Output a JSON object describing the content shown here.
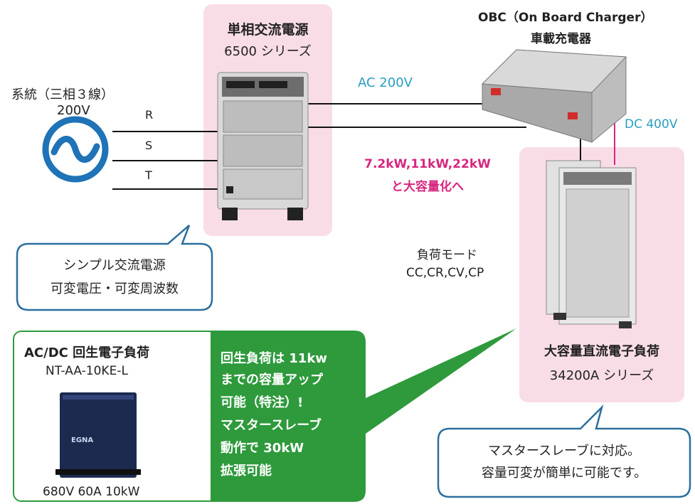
{
  "grid": {
    "title": "系統（三相３線）",
    "voltage": "200V",
    "phases": [
      "R",
      "S",
      "T"
    ]
  },
  "ac_source": {
    "title": "単相交流電源",
    "series": "6500 シリーズ"
  },
  "obc": {
    "title_en": "OBC（On Board Charger）",
    "title_jp": "車載充電器"
  },
  "links": {
    "ac_label": "AC 200V",
    "dc_label": "DC 400V"
  },
  "capacity_note": {
    "line1": "7.2kW,11kW,22kW",
    "line2": "と大容量化へ"
  },
  "load_modes": {
    "title": "負荷モード",
    "modes": "CC,CR,CV,CP"
  },
  "dc_load": {
    "title": "大容量直流電子負荷",
    "series": "34200A シリーズ"
  },
  "callout_left": {
    "line1": "シンプル交流電源",
    "line2": "可変電圧・可変周波数"
  },
  "callout_right": {
    "line1": "マスタースレーブに対応。",
    "line2": "容量可変が簡単に可能です。"
  },
  "regen_load": {
    "title": "AC/DC 回生電子負荷",
    "model": "NT-AA-10KE-L",
    "spec": "680V 60A 10kW",
    "badge": "EGNA"
  },
  "regen_feature": {
    "lines": [
      "回生負荷は 11kw",
      "までの容量アップ",
      "可能（特注）!",
      "マスタースレーブ",
      "動作で 30kW",
      "拡張可能"
    ]
  },
  "colors": {
    "callout_border": "#2b6f9e",
    "accent_teal": "#2a9ec0",
    "accent_magenta": "#d6267f",
    "green_box": "#2e9a3c",
    "pink_box": "#f9dde6"
  }
}
